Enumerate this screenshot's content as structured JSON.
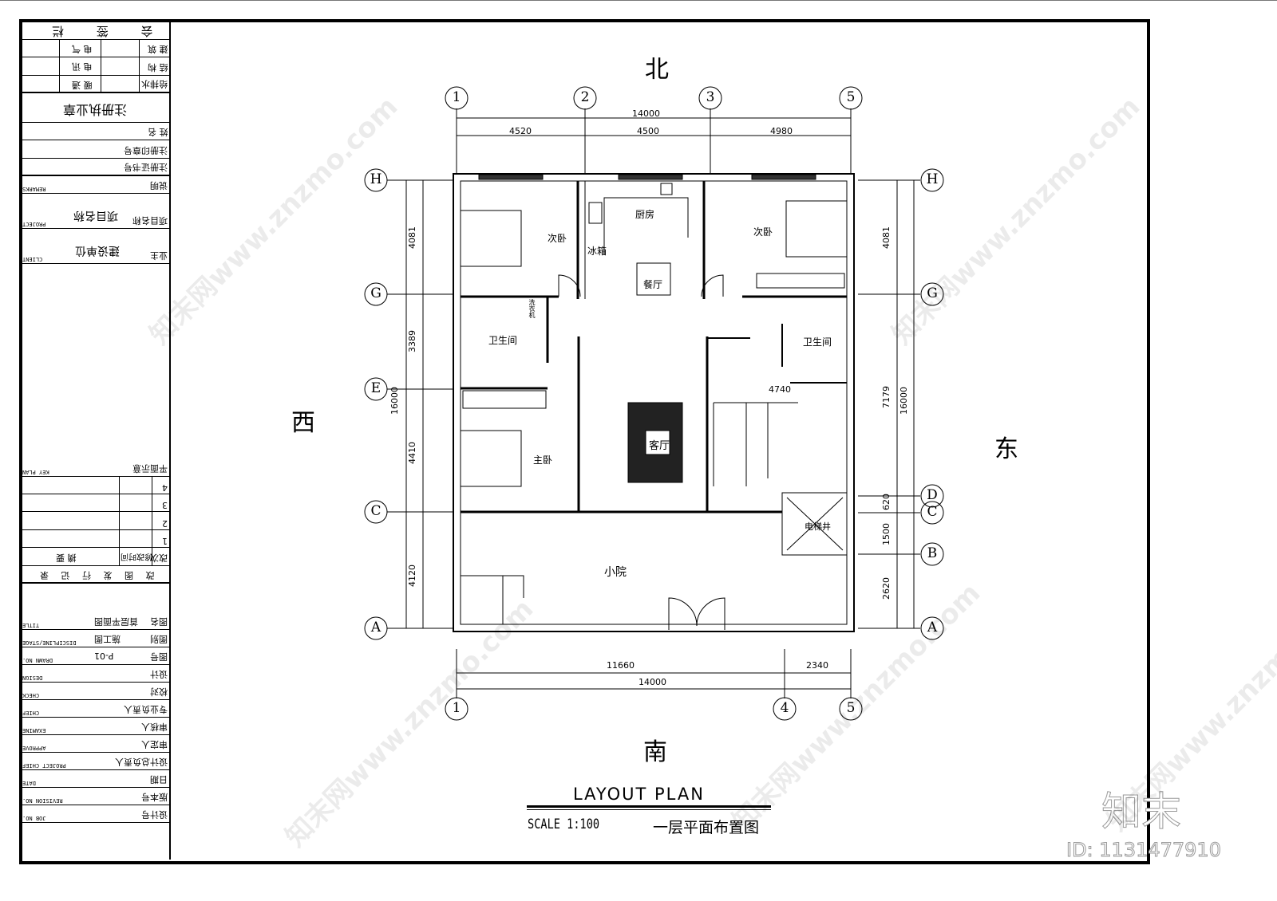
{
  "title_block": {
    "countersign_header": "会 签 栏",
    "countersign_rows": [
      {
        "left": "建 筑",
        "mid": "电 气"
      },
      {
        "left": "结 构",
        "mid": "电 讯"
      },
      {
        "left": "给排水",
        "mid": "暖 通"
      }
    ],
    "seal_title": "注册执业章",
    "seal_rows": [
      "姓 名",
      "注册印章号",
      "注册证书号"
    ],
    "remarks": {
      "cn": "说明",
      "en": "REMARKS"
    },
    "project": {
      "cn": "项目名称",
      "en": "PROJECT",
      "value": "项目名称"
    },
    "client": {
      "cn": "业主",
      "en": "CLIENT",
      "value": "建设单位"
    },
    "key_plan": {
      "cn": "平面示意",
      "en": "KEY PLAN"
    },
    "revision_rows": [
      "4",
      "3",
      "2",
      "1"
    ],
    "revision_header": {
      "no": "改次",
      "time": "修改时间",
      "summary": "摘 要"
    },
    "revision_title": "改 图 发 行 记 录",
    "info_rows": [
      {
        "cn": "图名",
        "en": "TITLE",
        "value": "首层平面图"
      },
      {
        "cn": "图别",
        "en": "DISCIPLINE/STAGE",
        "value": "施工图"
      },
      {
        "cn": "图号",
        "en": "DRAWN NO.",
        "value": "P-01"
      },
      {
        "cn": "设计",
        "en": "DESIGN",
        "value": ""
      },
      {
        "cn": "校对",
        "en": "CHECK",
        "value": ""
      },
      {
        "cn": "专业负责人",
        "en": "CHIEF",
        "value": ""
      },
      {
        "cn": "审核人",
        "en": "EXAMINE",
        "value": ""
      },
      {
        "cn": "审定人",
        "en": "APPROVE",
        "value": ""
      },
      {
        "cn": "设计总负责人",
        "en": "PROJECT CHIEF",
        "value": ""
      },
      {
        "cn": "日期",
        "en": "DATE",
        "value": ""
      },
      {
        "cn": "版本号",
        "en": "REVISION NO.",
        "value": ""
      },
      {
        "cn": "设计号",
        "en": "JOB NO.",
        "value": ""
      }
    ]
  },
  "compass": {
    "north": "北",
    "south": "南",
    "east": "东",
    "west": "西"
  },
  "axes": {
    "top": [
      "1",
      "2",
      "3",
      "5"
    ],
    "bottom": [
      "1",
      "4",
      "5"
    ],
    "left": [
      "H",
      "G",
      "E",
      "C",
      "A"
    ],
    "right": [
      "H",
      "G",
      "D",
      "C",
      "B",
      "A"
    ]
  },
  "dimensions": {
    "top_total": "14000",
    "top_segments": [
      "4520",
      "4500",
      "4980"
    ],
    "bottom_segments": [
      "11660",
      "2340"
    ],
    "bottom_total": "14000",
    "left_segments": [
      "4081",
      "3389",
      "4410",
      "4120"
    ],
    "left_total": "16000",
    "right_segments": [
      "4081",
      "7179",
      "620",
      "1500",
      "2620"
    ],
    "right_total": "16000",
    "stair_width": "4740"
  },
  "rooms": {
    "bedroom_nw": "次卧",
    "kitchen": "厨房",
    "fridge": "冰箱",
    "dining": "餐厅",
    "bedroom_ne": "次卧",
    "bath_w": "卫生间",
    "washer": "洗衣机",
    "bath_e": "卫生间",
    "master": "主卧",
    "living": "客厅",
    "elevator": "电梯井",
    "courtyard": "小院"
  },
  "footer": {
    "title": "LAYOUT PLAN",
    "scale": "SCALE 1:100",
    "subtitle": "一层平面布置图"
  },
  "watermark": {
    "logo": "知末",
    "id": "ID: 1131477910",
    "site": "知末网www.znzmo.com"
  }
}
